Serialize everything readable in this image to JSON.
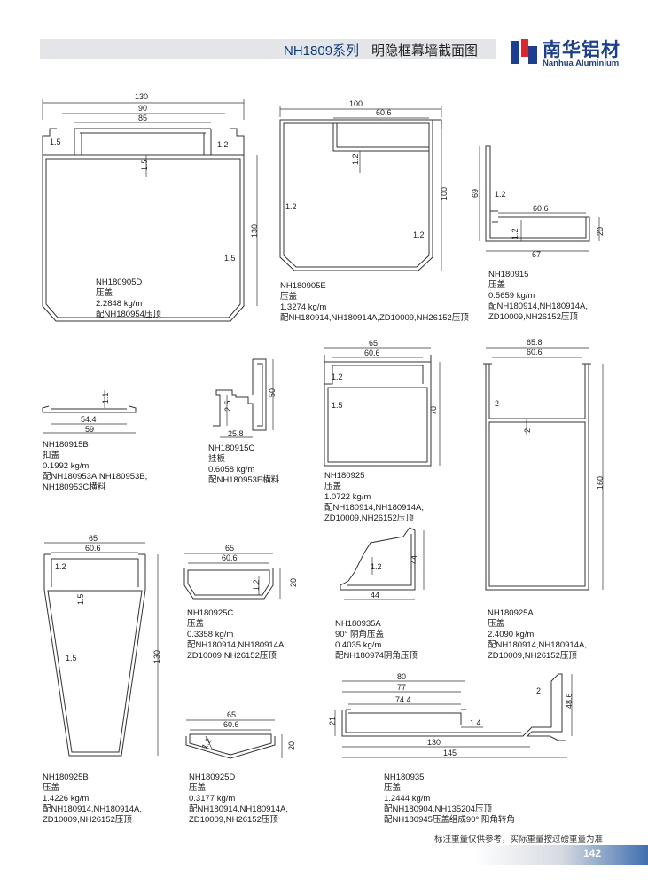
{
  "header": {
    "series": "NH1809系列",
    "title": "明隐框幕墙截面图"
  },
  "logo": {
    "name_cn": "南华铝材",
    "name_en": "Nanhua Aluminium"
  },
  "dims": {
    "d130": "130",
    "d90": "90",
    "d85": "85",
    "d1_5": "1.5",
    "d1_2": "1.2",
    "d100": "100",
    "d60_6": "60.6",
    "d69": "69",
    "d67": "67",
    "d20": "20",
    "d65": "65",
    "d70": "70",
    "d65_8": "65.8",
    "d160": "160",
    "d2": "2",
    "d54_4": "54.4",
    "d59": "59",
    "d1_1": "1.1",
    "d2_5": "2.5",
    "d25_8": "25.8",
    "d50": "50",
    "d44": "44",
    "d80": "80",
    "d77": "77",
    "d74_4": "74.4",
    "d21": "21",
    "d1_4": "1.4",
    "d145": "145",
    "d48_6": "48.6"
  },
  "profiles": {
    "nh180905d": {
      "code": "NH180905D",
      "name": "压盖",
      "weight": "2.2848 kg/m",
      "match1": "配NH180954压顶"
    },
    "nh180905e": {
      "code": "NH180905E",
      "name": "压盖",
      "weight": "1.3274 kg/m",
      "match1": "配NH180914,NH180914A,ZD10009,NH26152压顶"
    },
    "nh180915": {
      "code": "NH180915",
      "name": "压盖",
      "weight": "0.5659 kg/m",
      "match1": "配NH180914,NH180914A,",
      "match2": "ZD10009,NH26152压顶"
    },
    "nh180915b": {
      "code": "NH180915B",
      "name": "扣盖",
      "weight": "0.1992 kg/m",
      "match1": "配NH180953A,NH180953B,",
      "match2": "NH180953C横料"
    },
    "nh180915c": {
      "code": "NH180915C",
      "name": "挂板",
      "weight": "0.6058 kg/m",
      "match1": "配NH180953E横料"
    },
    "nh180925": {
      "code": "NH180925",
      "name": "压盖",
      "weight": "1.0722 kg/m",
      "match1": "配NH180914,NH180914A,",
      "match2": "ZD10009,NH26152压顶"
    },
    "nh180925b": {
      "code": "NH180925B",
      "name": "压盖",
      "weight": "1.4226 kg/m",
      "match1": "配NH180914,NH180914A,",
      "match2": "ZD10009,NH26152压顶"
    },
    "nh180925c": {
      "code": "NH180925C",
      "name": "压盖",
      "weight": "0.3358 kg/m",
      "match1": "配NH180914,NH180914A,",
      "match2": "ZD10009,NH26152压顶"
    },
    "nh180935a": {
      "code": "NH180935A",
      "name": "90° 阴角压盖",
      "weight": "0.4035 kg/m",
      "match1": "配NH180974阴角压顶"
    },
    "nh180925a": {
      "code": "NH180925A",
      "name": "压盖",
      "weight": "2.4090 kg/m",
      "match1": "配NH180914,NH180914A,",
      "match2": "ZD10009,NH26152压顶"
    },
    "nh180925d": {
      "code": "NH180925D",
      "name": "压盖",
      "weight": "0.3177 kg/m",
      "match1": "配NH180914,NH180914A,",
      "match2": "ZD10009,NH26152压顶"
    },
    "nh180935": {
      "code": "NH180935",
      "name": "压盖",
      "weight": "1.2444 kg/m",
      "match1": "配NH180904,NH135204压顶",
      "match2": "配NH180945压盖组成90° 阳角转角"
    }
  },
  "footer": {
    "note": "标注重量仅供参考，实际重量按过磅重量为准",
    "page": "142"
  }
}
